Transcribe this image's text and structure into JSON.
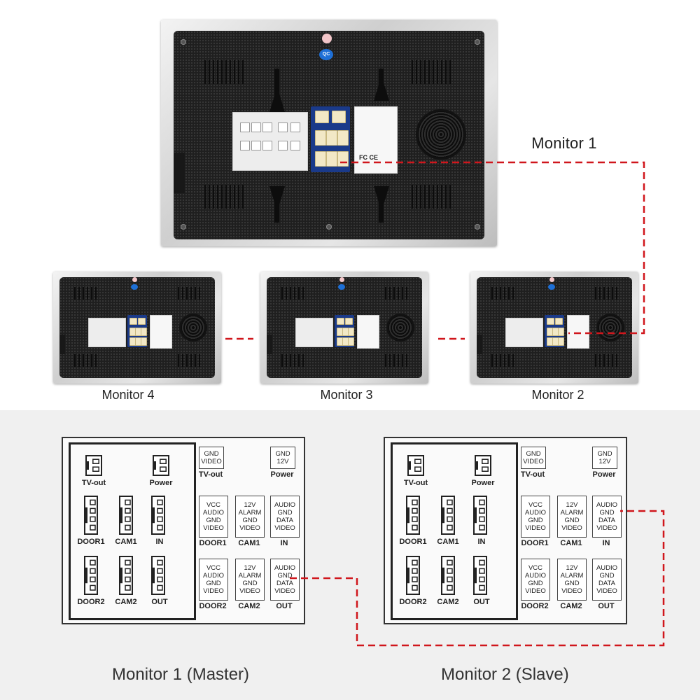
{
  "captions": {
    "monitor1": "Monitor 1",
    "monitor2": "Monitor 2",
    "monitor3": "Monitor 3",
    "monitor4": "Monitor 4",
    "master": "Monitor 1 (Master)",
    "slave": "Monitor 2 (Slave)"
  },
  "photo": {
    "qc_badge": "QC",
    "ce_mark": "FC\nCE"
  },
  "diagram": {
    "left_group": {
      "tv_out": "TV-out",
      "power": "Power",
      "door1": "DOOR1",
      "cam1": "CAM1",
      "in": "IN",
      "door2": "DOOR2",
      "cam2": "CAM2",
      "out": "OUT"
    },
    "pin_groups": {
      "tv_out": {
        "pins": "GND\nVIDEO",
        "label": "TV-out"
      },
      "power": {
        "pins": "GND\n12V",
        "label": "Power"
      },
      "door1": {
        "pins": "VCC\nAUDIO\nGND\nVIDEO",
        "label": "DOOR1"
      },
      "cam1": {
        "pins": "12V\nALARM\nGND\nVIDEO",
        "label": "CAM1"
      },
      "in": {
        "pins": "AUDIO\nGND\nDATA\nVIDEO",
        "label": "IN"
      },
      "door2": {
        "pins": "VCC\nAUDIO\nGND\nVIDEO",
        "label": "DOOR2"
      },
      "cam2": {
        "pins": "12V\nALARM\nGND\nVIDEO",
        "label": "CAM2"
      },
      "out": {
        "pins": "AUDIO\nGND\nDATA\nVIDEO",
        "label": "OUT"
      }
    }
  },
  "colors": {
    "wire": "#d0161c",
    "frame": "#222222",
    "background_bottom": "#f0f0f0"
  }
}
